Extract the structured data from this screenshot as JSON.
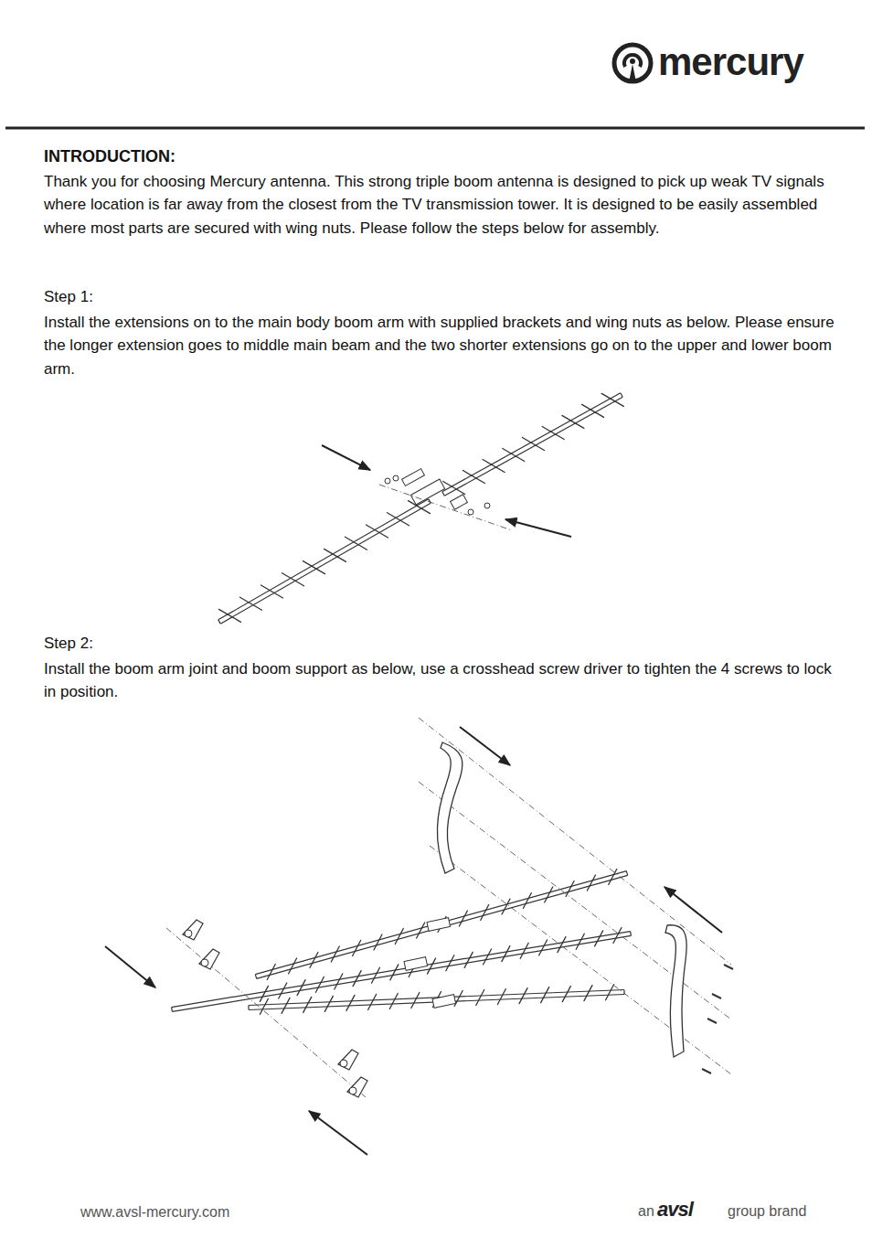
{
  "diagram": {
    "title": "INTRODUCTION:",
    "labels": [
      "mercury",
      "Thank you for choosing Mercury antenna. This strong triple boom antenna is designed to pick up weak TV signals where location is far away from the closest from the TV transmission tower. It is designed to be easily assembled where most parts are secured with wing nuts. Please follow the steps below for assembly.",
      "Step 1:",
      "Install the extensions on to the main body boom arm with supplied brackets and wing nuts as below. Please ensure the longer extension goes to middle main beam and the two shorter extensions go on to the upper and lower boom arm.",
      "Step 2:",
      "Install the boom arm joint and boom support as below, use a crosshead screw driver to tighten the 4 screws to lock in position.",
      "www.avsl-mercury.com",
      "an",
      "avsl",
      "group brand"
    ]
  }
}
